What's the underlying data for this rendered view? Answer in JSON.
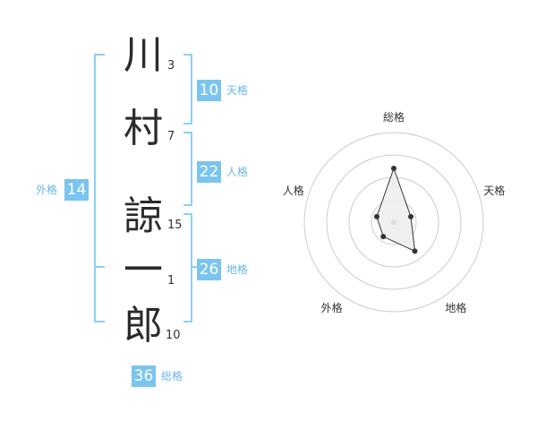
{
  "name_chars": [
    {
      "char": "川",
      "strokes": "3"
    },
    {
      "char": "村",
      "strokes": "7"
    },
    {
      "char": "諒",
      "strokes": "15"
    },
    {
      "char": "一",
      "strokes": "1"
    },
    {
      "char": "郎",
      "strokes": "10"
    }
  ],
  "fortunes": {
    "tenkaku": {
      "value": "10",
      "label": "天格"
    },
    "jinkaku": {
      "value": "22",
      "label": "人格"
    },
    "chikaku": {
      "value": "26",
      "label": "地格"
    },
    "gaikaku": {
      "value": "14",
      "label": "外格"
    },
    "soukaku": {
      "value": "36",
      "label": "総格"
    }
  },
  "radar": {
    "axes": [
      "総格",
      "天格",
      "地格",
      "外格",
      "人格"
    ],
    "levels": 4,
    "values": [
      3,
      1,
      2,
      1,
      1
    ],
    "max": 5,
    "colors": {
      "ring": "#cccccc",
      "fill": "#eeeeee",
      "line": "#333333",
      "dot": "#333333"
    }
  },
  "colors": {
    "accent": "#79c5f0",
    "bracket": "#8ccff5"
  }
}
